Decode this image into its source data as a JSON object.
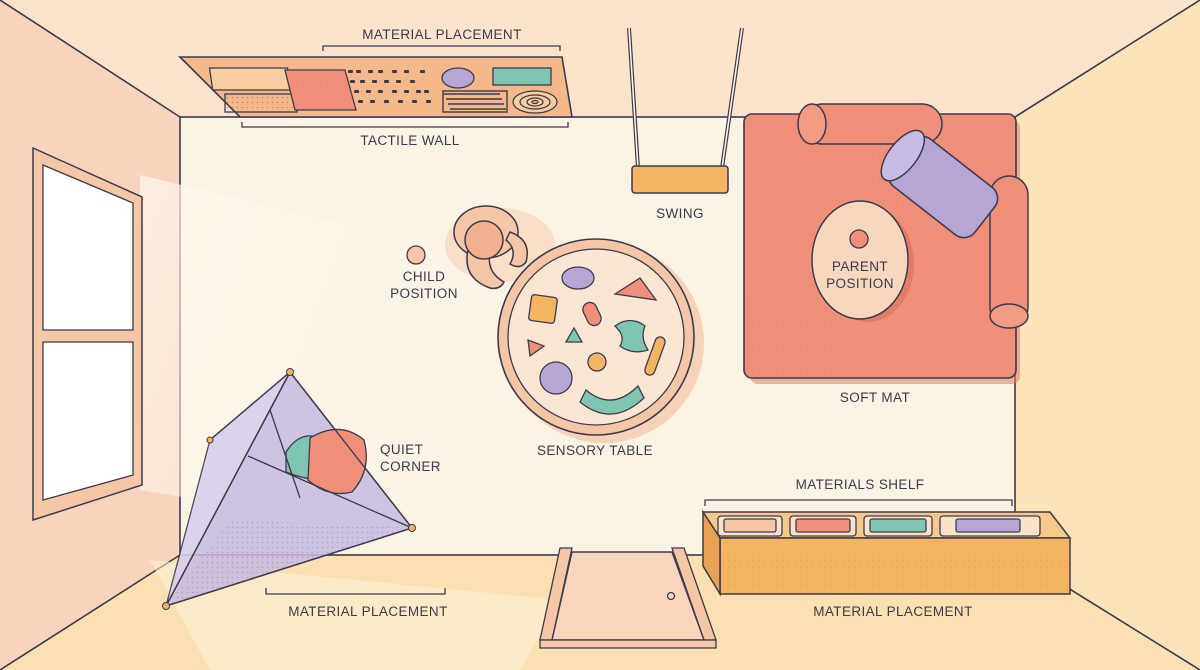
{
  "labels": {
    "tactile_wall_top": "MATERIAL PLACEMENT",
    "tactile_wall": "TACTILE WALL",
    "swing": "SWING",
    "child_position": "CHILD POSITION",
    "parent_position": "PARENT POSITION",
    "soft_mat": "SOFT MAT",
    "sensory_table": "SENSORY TABLE",
    "quiet_corner": "QUIET CORNER",
    "materials_shelf": "MATERIALS SHELF",
    "placement_bottom_left": "MATERIAL PLACEMENT",
    "placement_bottom_right": "MATERIAL PLACEMENT"
  },
  "colors": {
    "coral": "#f0907a",
    "peach": "#f6c7a6",
    "orange": "#f5b461",
    "lavender": "#b6a6d6",
    "teal": "#7fc6b2",
    "cream": "#fbf3e4",
    "outline": "#3d3a4c"
  },
  "icons": [
    "window-icon",
    "tent-icon",
    "swing-icon",
    "child-icon",
    "door-icon"
  ]
}
